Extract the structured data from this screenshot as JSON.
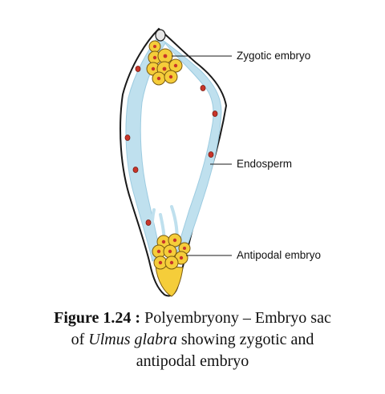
{
  "labels": {
    "zygotic": "Zygotic embryo",
    "endosperm": "Endosperm",
    "antipodal": "Antipodal embryo"
  },
  "caption": {
    "figure_label": "Figure 1.24 :",
    "line1_rest": "Polyembryony – Embryo sac",
    "line2_pre": "of",
    "species": "Ulmus glabra",
    "line2_post": "showing zygotic and",
    "line3": "antipodal embryo"
  },
  "colors": {
    "outline": "#1a1a1a",
    "endosperm_blue": "#bfe0ee",
    "embryo_yellow": "#f5cd3a",
    "nucleus_red": "#c8352a"
  }
}
